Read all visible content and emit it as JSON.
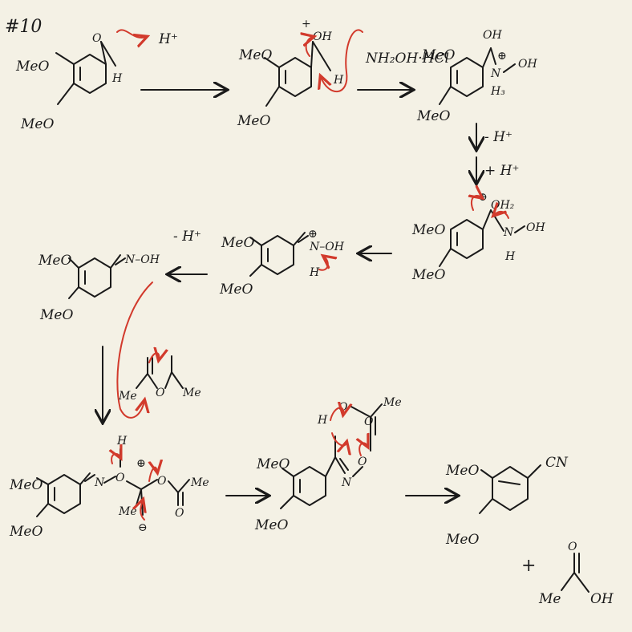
{
  "problem_number": "#10",
  "labels": {
    "meo": "MeO",
    "me": "Me",
    "h_plus": "H⁺",
    "minus_h_plus": "- H⁺",
    "plus_h_plus": "+ H⁺",
    "reagent": "NH₂OH·HCl",
    "oh": "OH",
    "o": "O",
    "h": "H",
    "n": "N",
    "cn": "CN",
    "h3": "H₃",
    "oh2": "OH₂",
    "plus_sign": "+",
    "n_oh": "N–OH",
    "oplus": "⊕",
    "ominus": "⊖"
  },
  "colors": {
    "ink": "#1a1a1a",
    "arrow_red": "#d23a2c",
    "paper": "#f4f1e5"
  }
}
